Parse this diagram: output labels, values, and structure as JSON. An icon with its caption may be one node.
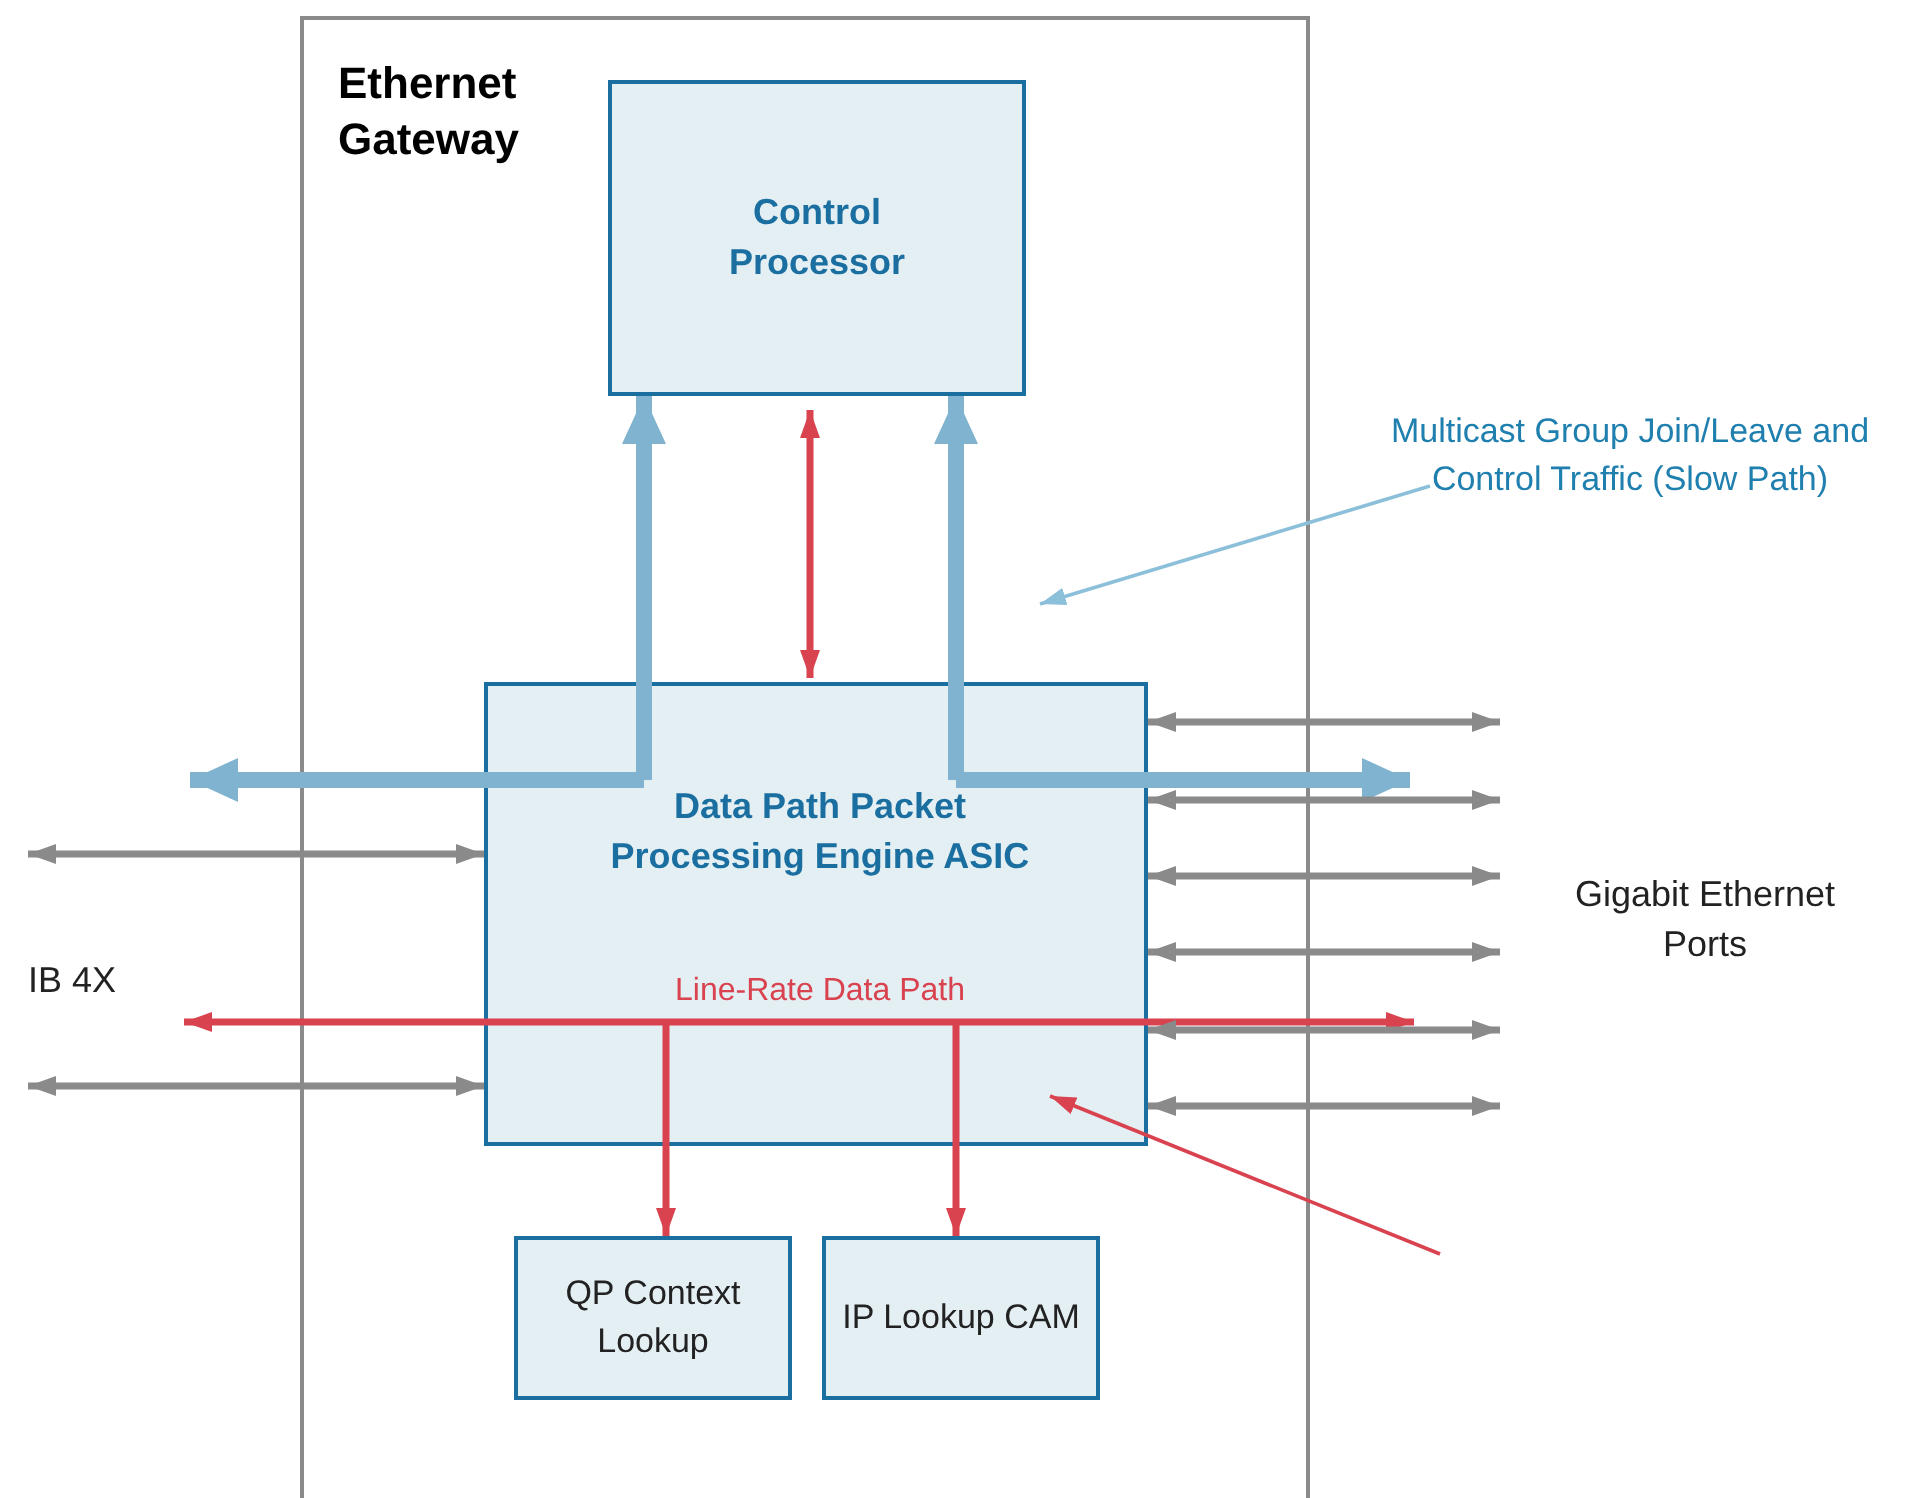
{
  "diagram": {
    "nodes": [
      {
        "text": [
          "Ethernet Gateway"
        ]
      },
      {
        "text": [
          "Control Processor"
        ],
        "in": 0
      },
      {
        "text": [
          "Data Path Packet Processing Engine ASIC",
          "Line-Rate Data Path"
        ],
        "in": 0
      },
      {
        "text": [
          "QP Context Lookup"
        ],
        "in": 0
      },
      {
        "text": [
          "IP Lookup CAM"
        ],
        "in": 0
      },
      {
        "text": [
          "Multicast Group Join/Leave and Control Traffic (Slow Path)"
        ]
      }
    ],
    "edges": [
      {
        "from": 2,
        "to": 1,
        "arrow": "to",
        "style": "thick",
        "color": "#7fb3cf"
      },
      {
        "from": 2,
        "to": 1,
        "arrow": "to",
        "style": "thick",
        "color": "#7fb3cf"
      },
      {
        "from": 2,
        "to": null,
        "arrow": "to",
        "style": "thick",
        "color": "#7fb3cf"
      },
      {
        "from": 2,
        "to": null,
        "arrow": "to",
        "style": "thick",
        "color": "#7fb3cf"
      },
      {
        "from": 1,
        "to": 2,
        "arrow": "both",
        "color": "#d9434f"
      },
      {
        "from": 2,
        "to": null,
        "arrow": "to",
        "color": "#d9434f"
      },
      {
        "from": 2,
        "to": null,
        "arrow": "to",
        "color": "#d9434f"
      },
      {
        "from": 2,
        "to": 3,
        "arrow": "to",
        "color": "#d9434f"
      },
      {
        "from": 2,
        "to": 4,
        "arrow": "to",
        "color": "#d9434f"
      },
      {
        "from": 2,
        "to": null,
        "arrow": "both"
      },
      {
        "from": 2,
        "to": null,
        "arrow": "both"
      },
      {
        "from": 2,
        "to": null,
        "arrow": "both"
      },
      {
        "from": 2,
        "to": null,
        "arrow": "both"
      },
      {
        "from": 2,
        "to": null,
        "arrow": "both"
      },
      {
        "from": 2,
        "to": null,
        "arrow": "both"
      },
      {
        "from": 2,
        "to": null,
        "arrow": "both"
      },
      {
        "from": 2,
        "to": null,
        "arrow": "both"
      },
      {
        "from": 5,
        "to": null,
        "arrow": "to",
        "color": "#8cc0da"
      },
      {
        "from": null,
        "to": 2,
        "arrow": "to",
        "color": "#d9434f"
      }
    ],
    "labels": [
      "IB 4X",
      "Gigabit Ethernet Ports"
    ]
  }
}
